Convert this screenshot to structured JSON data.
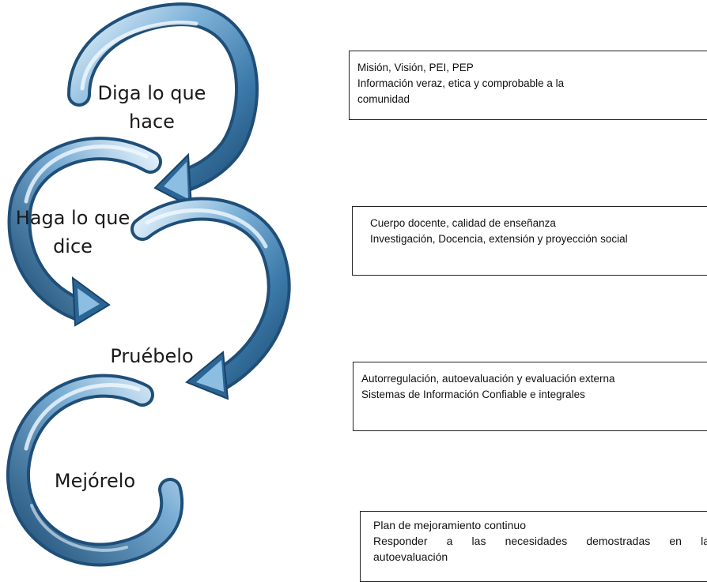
{
  "stages": [
    {
      "label_lines": [
        "Diga lo que",
        "hace"
      ]
    },
    {
      "label_lines": [
        "Haga lo que",
        "dice"
      ]
    },
    {
      "label_lines": [
        "Pruébelo"
      ]
    },
    {
      "label_lines": [
        "Mejórelo"
      ]
    }
  ],
  "notes": [
    {
      "lines": [
        "Misión, Visión, PEI, PEP",
        "Información veraz, etica y comprobable a la",
        "comunidad"
      ]
    },
    {
      "lines": [
        "Cuerpo docente, calidad de enseñanza",
        "Investigación, Docencia, extensión y proyección social"
      ]
    },
    {
      "lines": [
        "Autorregulación, autoevaluación y evaluación externa",
        "Sistemas de Información Confiable e integrales"
      ]
    },
    {
      "lines": [
        "Plan de mejoramiento continuo",
        "Responder a las necesidades demostradas en la",
        "autoevaluación"
      ]
    }
  ],
  "colors": {
    "arrow_dark": "#1f4f78",
    "arrow_mid": "#5f9bc6",
    "arrow_light": "#d7ebf8"
  }
}
